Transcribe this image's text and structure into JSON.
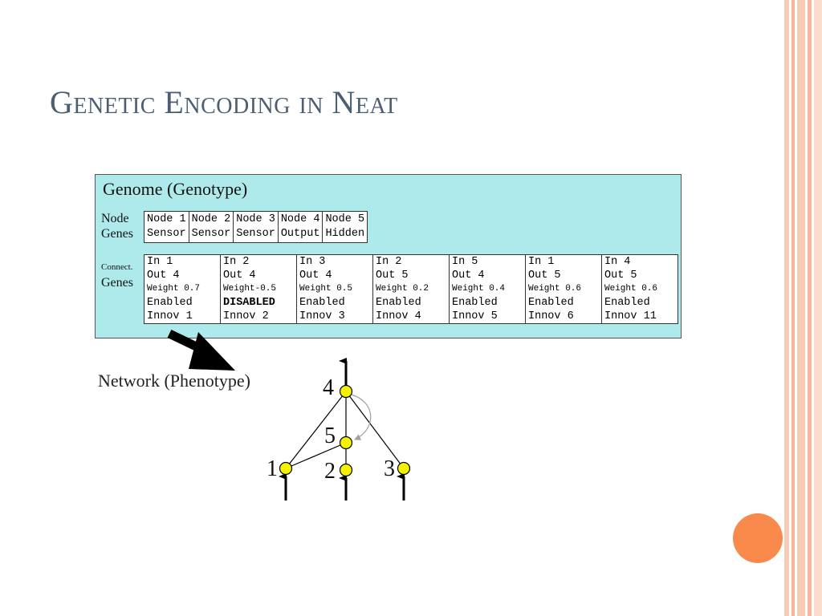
{
  "slide": {
    "title": "Genetic Encoding in Neat"
  },
  "genome": {
    "title": "Genome (Genotype)",
    "node_label": [
      "Node",
      "Genes"
    ],
    "connect_label": [
      "Connect.",
      "Genes"
    ],
    "node_genes": [
      {
        "node": "Node 1",
        "type": "Sensor"
      },
      {
        "node": "Node 2",
        "type": "Sensor"
      },
      {
        "node": "Node 3",
        "type": "Sensor"
      },
      {
        "node": "Node 4",
        "type": "Output"
      },
      {
        "node": "Node 5",
        "type": "Hidden"
      }
    ],
    "connection_genes": [
      {
        "in": "In 1",
        "out": "Out 4",
        "weight": "Weight 0.7",
        "status": "Enabled",
        "innov": "Innov 1"
      },
      {
        "in": "In 2",
        "out": "Out 4",
        "weight": "Weight-0.5",
        "status": "DISABLED",
        "innov": "Innov 2"
      },
      {
        "in": "In 3",
        "out": "Out 4",
        "weight": "Weight 0.5",
        "status": "Enabled",
        "innov": "Innov 3"
      },
      {
        "in": "In 2",
        "out": "Out 5",
        "weight": "Weight 0.2",
        "status": "Enabled",
        "innov": "Innov 4"
      },
      {
        "in": "In 5",
        "out": "Out 4",
        "weight": "Weight 0.4",
        "status": "Enabled",
        "innov": "Innov 5"
      },
      {
        "in": "In 1",
        "out": "Out 5",
        "weight": "Weight 0.6",
        "status": "Enabled",
        "innov": "Innov 6"
      },
      {
        "in": "In 4",
        "out": "Out 5",
        "weight": "Weight 0.6",
        "status": "Enabled",
        "innov": "Innov 11"
      }
    ]
  },
  "network": {
    "label": "Network (Phenotype)",
    "nodes": [
      "4",
      "5",
      "1",
      "2",
      "3"
    ],
    "node_color": "#f5f200"
  },
  "theme": {
    "title_color": "#4b5e72",
    "genome_bg": "#aeeaec",
    "accent": "#f98a4b"
  }
}
